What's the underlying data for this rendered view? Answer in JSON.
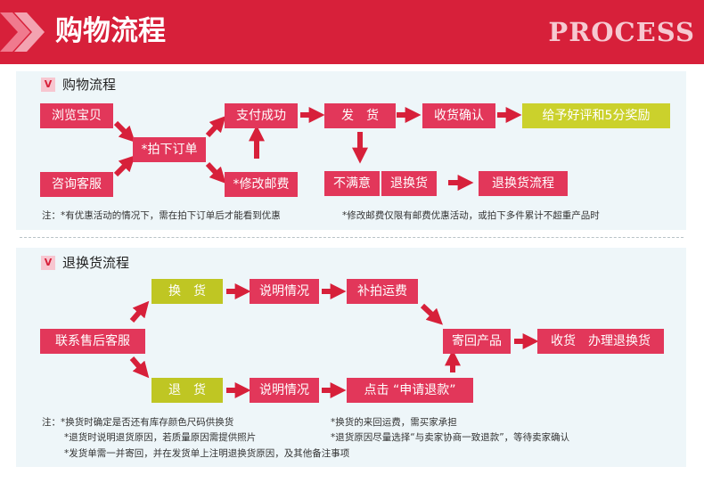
{
  "header": {
    "title": "购物流程",
    "process": "PROCESS"
  },
  "section1": {
    "badge": "V",
    "title": "购物流程",
    "boxes": {
      "browse": "浏览宝贝",
      "consult": "咨询客服",
      "order": "*拍下订单",
      "pay": "支付成功",
      "modify": "*修改邮费",
      "ship": "发　货",
      "confirm": "收货确认",
      "review": "给予好评和5分奖励",
      "unsatisfied": "不满意",
      "return": "退换货",
      "process": "退换货流程"
    },
    "notes": {
      "left": "注：*有优惠活动的情况下，需在拍下订单后才能看到优惠",
      "right": "*修改邮费仅限有邮费优惠活动，或拍下多件累计不超重产品时"
    }
  },
  "section2": {
    "badge": "V",
    "title": "退换货流程",
    "boxes": {
      "contact": "联系售后客服",
      "exchange": "换　货",
      "explain1": "说明情况",
      "extra_fee": "补拍运费",
      "send_back": "寄回产品",
      "receive": "收货　办理退换货",
      "refund": "退　货",
      "explain2": "说明情况",
      "apply": "点击 “申请退款”"
    },
    "notes": {
      "l1": "注：*换货时确定是否还有库存颜色尺码供换货",
      "l2": "*退货时说明退货原因，若质量原因需提供照片",
      "l3": "*发货单需一并寄回，并在发货单上注明退换货原因，及其他备注事项",
      "r1": "*换货的来回运费，需买家承担",
      "r2": "*退货原因尽量选择“与卖家协商一致退款”，等待卖家确认"
    },
    "colors": {
      "accent": "#e2375a",
      "header": "#d7203a",
      "green": "#cbd12c",
      "panel": "#eef6f9"
    }
  }
}
